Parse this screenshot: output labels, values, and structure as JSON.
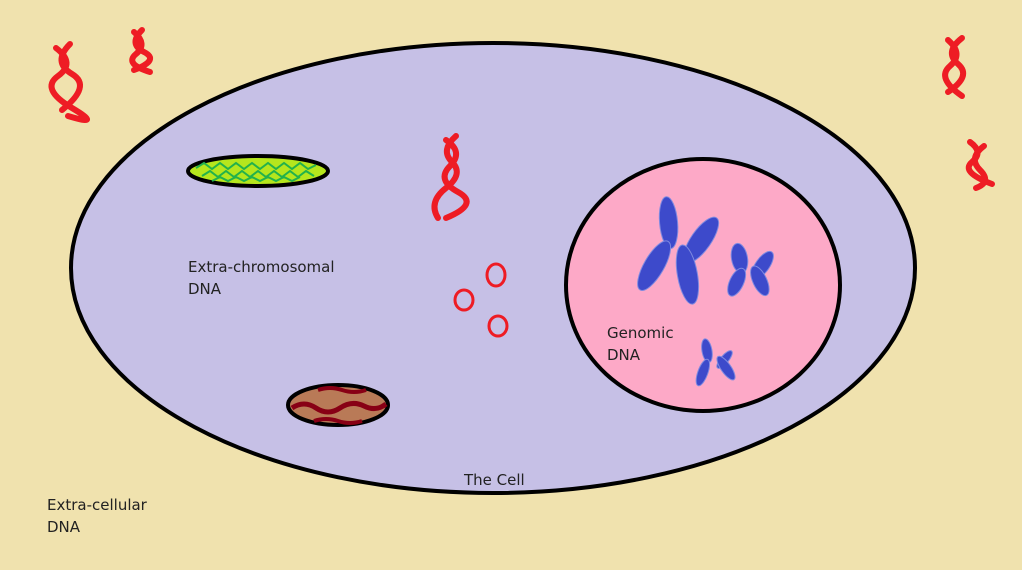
{
  "labels": {
    "extra_chromosomal": [
      "Extra-chromosomal",
      "DNA"
    ],
    "genomic": [
      "Genomic",
      "DNA"
    ],
    "cell": "The Cell",
    "extra_cellular": [
      "Extra-cellular",
      "DNA"
    ]
  },
  "colors": {
    "background": "#f0e2ae",
    "cell": "#c6c0e6",
    "nucleus": "#fda9c7",
    "chromosome": "#3d4acb",
    "dna_strand": "#ee1c24",
    "chloroplast": "#b5e61d",
    "mitochondrion": "#b97a57"
  }
}
